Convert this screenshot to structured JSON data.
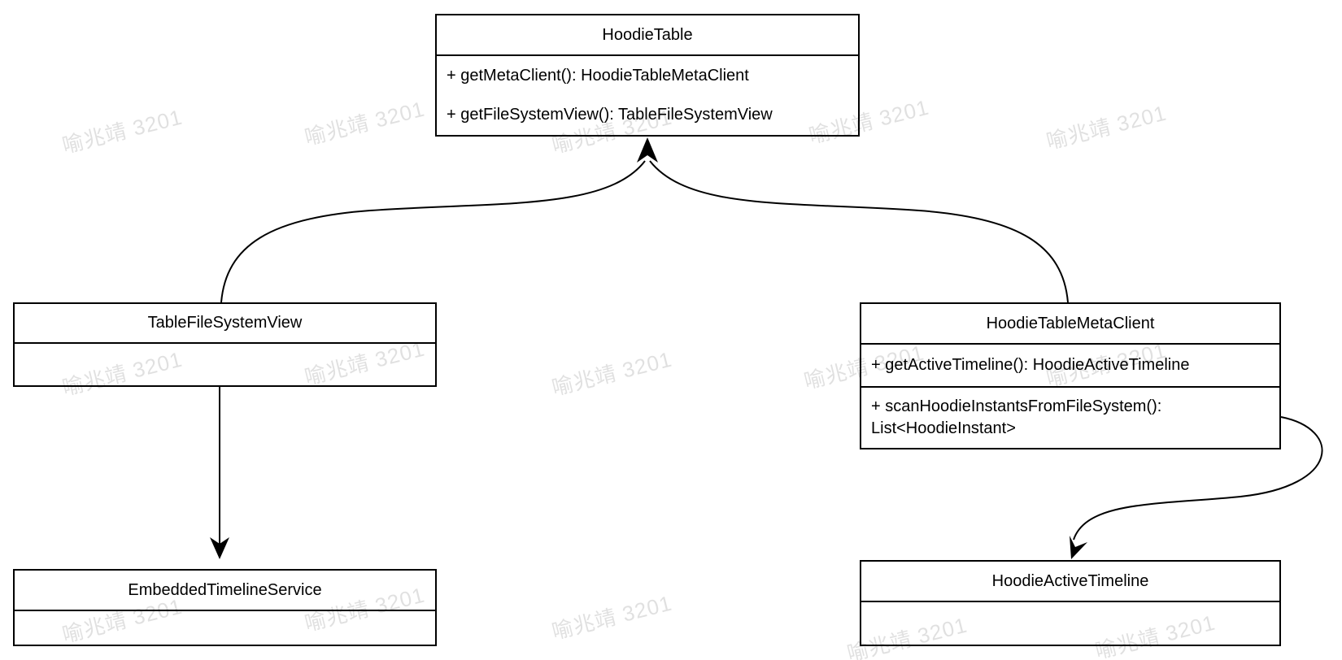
{
  "diagram": {
    "type": "uml-class-diagram",
    "background_color": "#ffffff",
    "stroke_color": "#000000",
    "watermark": {
      "text": "喻兆靖 3201"
    },
    "classes": [
      {
        "title": "HoodieTable",
        "methods": [
          "+ getMetaClient(): HoodieTableMetaClient",
          "+ getFileSystemView(): TableFileSystemView"
        ]
      },
      {
        "title": "TableFileSystemView",
        "methods": []
      },
      {
        "title": "HoodieTableMetaClient",
        "methods": [
          "+ getActiveTimeline(): HoodieActiveTimeline",
          "+ scanHoodieInstantsFromFileSystem(): List<HoodieInstant>"
        ]
      },
      {
        "title": "EmbeddedTimelineService",
        "methods": []
      },
      {
        "title": "HoodieActiveTimeline",
        "methods": []
      }
    ],
    "edges": [
      {
        "from": "TableFileSystemView",
        "to": "HoodieTable"
      },
      {
        "from": "HoodieTableMetaClient",
        "to": "HoodieTable"
      },
      {
        "from": "TableFileSystemView",
        "to": "EmbeddedTimelineService"
      },
      {
        "from": "HoodieTableMetaClient",
        "to": "HoodieActiveTimeline"
      }
    ]
  }
}
